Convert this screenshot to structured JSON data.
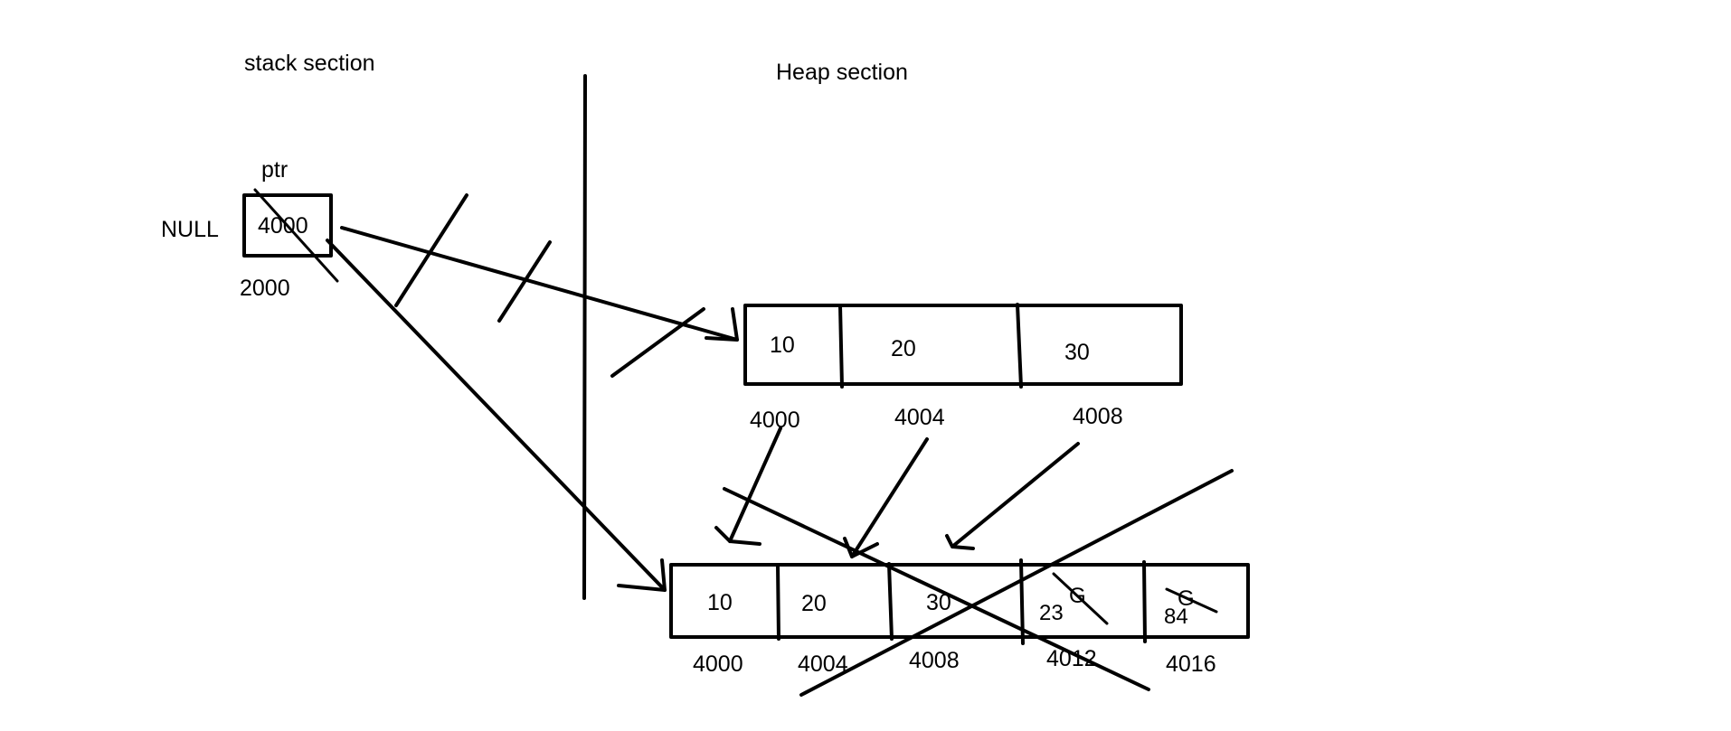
{
  "stack": {
    "title": "stack section",
    "var_name": "ptr",
    "old_value": "NULL",
    "value": "4000",
    "address": "2000"
  },
  "heap": {
    "title": "Heap section",
    "old_block": {
      "values": [
        "10",
        "20",
        "30"
      ],
      "addresses": [
        "4000",
        "4004",
        "4008"
      ]
    },
    "new_block": {
      "values": [
        "10",
        "20",
        "30",
        "23",
        "84"
      ],
      "overwritten": [
        "G",
        "G"
      ],
      "addresses": [
        "4000",
        "4004",
        "4008",
        "4012",
        "4016"
      ]
    }
  },
  "colors": {
    "ink": "#000000",
    "background": "#ffffff"
  }
}
